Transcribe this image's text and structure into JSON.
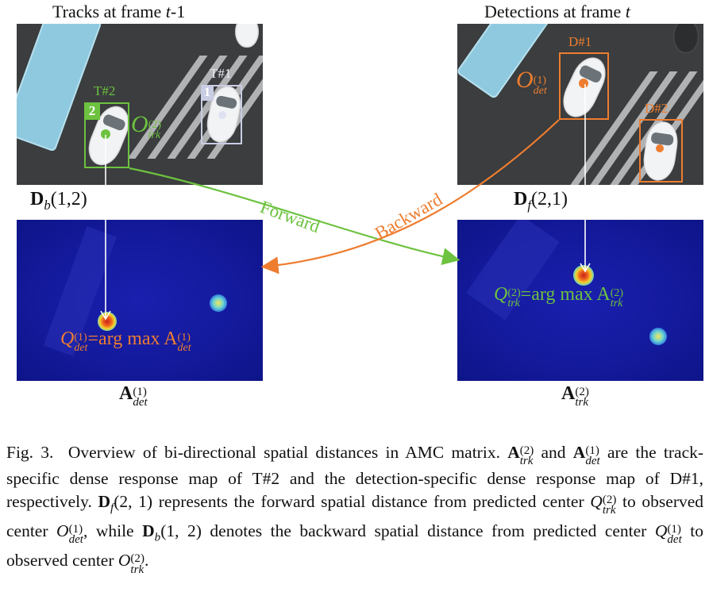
{
  "titles": {
    "left": "Tracks at frame t-1",
    "right": "Detections at frame t"
  },
  "labels": {
    "track_2": "T#2",
    "track_1": "T#1",
    "track_2_num": "2",
    "track_1_num": "1",
    "det_1": "D#1",
    "det_2": "D#2",
    "db": "D",
    "db_sub": "b",
    "db_args": "(1,2)",
    "df": "D",
    "df_sub": "f",
    "df_args": "(2,1)",
    "forward": "Forward",
    "backward": "Backward",
    "o_trk": "O",
    "o_trk_sup": "(2)",
    "o_trk_sub": "trk",
    "o_det": "O",
    "o_det_sup": "(1)",
    "o_det_sub": "det",
    "q_det_eq": "=arg max A",
    "q_trk_eq": "=arg max A",
    "q_letter": "Q",
    "a_det": "A",
    "a_det_sup": "(1)",
    "a_det_sub": "det",
    "a_trk": "A",
    "a_trk_sup": "(2)",
    "a_trk_sub": "trk"
  },
  "caption": {
    "fig": "Fig. 3.",
    "s1": "Overview of bi-directional spatial distances in AMC matrix.",
    "s2": "and",
    "s3": "are the track-specific dense response map of T#2 and the detection-specific dense response map of D#1, respectively.",
    "s4": "represents the forward spatial distance from predicted center",
    "s5": "to observed center",
    "s6": ", while",
    "s7": "denotes the backward spatial distance from predicted center",
    "s8": "to observed center",
    "s9": ".",
    "A": "A",
    "D": "D",
    "Q": "Q",
    "O": "O",
    "sup2": "(2)",
    "sup1": "(1)",
    "trk": "trk",
    "det": "det",
    "f": "f",
    "b": "b",
    "args21": "(2, 1)",
    "args12": "(1, 2)"
  },
  "colors": {
    "green": "#6dc23f",
    "orange": "#ee7d30",
    "track1": "#c9cde4",
    "white": "#ffffff"
  }
}
